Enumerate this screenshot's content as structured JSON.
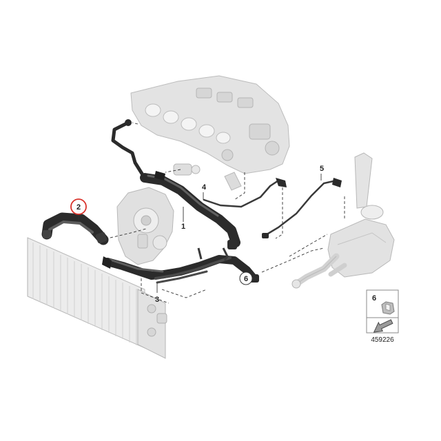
{
  "callouts": {
    "part_1": "1",
    "part_2": "2",
    "part_3": "3",
    "part_4": "4",
    "part_5": "5",
    "part_6": "6"
  },
  "legend": {
    "item_number": "6"
  },
  "reference_number": "459226",
  "colors": {
    "ghost_part": "#d4d4d4",
    "ghost_outline": "#b8b8b8",
    "hose": "#2b2b2b",
    "hose_highlight": "#6a6a6a",
    "highlight_circle": "#d9322b",
    "leader": "#333333"
  }
}
